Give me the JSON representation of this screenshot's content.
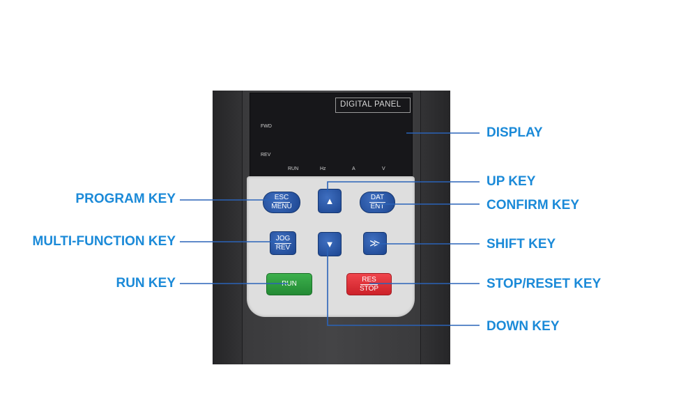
{
  "display": {
    "panel_title": "DIGITAL PANEL",
    "indicators": {
      "fwd": "FWD",
      "rev": "REV",
      "run": "RUN",
      "hz": "Hz",
      "a": "A",
      "v": "V"
    }
  },
  "keys": {
    "esc": {
      "top": "ESC",
      "bottom": "MENU"
    },
    "up": "▲",
    "dat": {
      "top": "DAT",
      "bottom": "ENT"
    },
    "jog": {
      "top": "JOG",
      "bottom": "REV"
    },
    "down": "▼",
    "shift": "≫",
    "run": "RUN",
    "res": {
      "top": "RES",
      "bottom": "STOP"
    }
  },
  "callouts": {
    "display": "DISPLAY",
    "up_key": "UP KEY",
    "confirm_key": "CONFIRM KEY",
    "shift_key": "SHIFT KEY",
    "stop_reset_key": "STOP/RESET KEY",
    "down_key": "DOWN KEY",
    "program_key": "PROGRAM KEY",
    "multi_function_key": "MULTI-FUNCTION KEY",
    "run_key": "RUN KEY"
  },
  "colors": {
    "callout_text": "#1b8ad8",
    "callout_line": "#2a63b8"
  }
}
